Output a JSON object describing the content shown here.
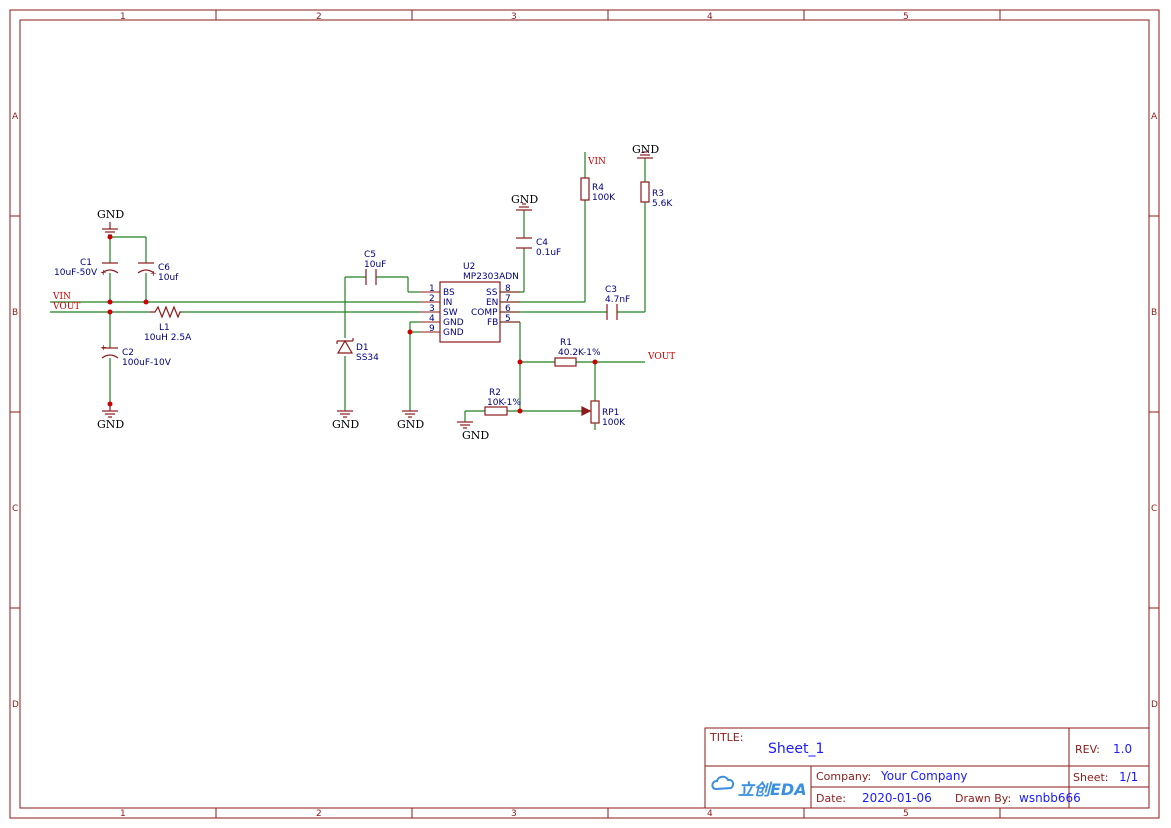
{
  "frame": {
    "col_labels": [
      "1",
      "2",
      "3",
      "4",
      "5"
    ],
    "row_labels": [
      "A",
      "B",
      "C",
      "D"
    ]
  },
  "nets": {
    "gnd": "GND",
    "vin": "VIN",
    "vout": "VOUT"
  },
  "components": {
    "c1": {
      "ref": "C1",
      "value": "10uF-50V"
    },
    "c6": {
      "ref": "C6",
      "value": "10uf"
    },
    "c2": {
      "ref": "C2",
      "value": "100uF-10V"
    },
    "l1": {
      "ref": "L1",
      "value": "10uH 2.5A"
    },
    "c5": {
      "ref": "C5",
      "value": "10uF"
    },
    "d1": {
      "ref": "D1",
      "value": "SS34"
    },
    "u2": {
      "ref": "U2",
      "value": "MP2303ADN"
    },
    "c4": {
      "ref": "C4",
      "value": "0.1uF"
    },
    "r4": {
      "ref": "R4",
      "value": "100K"
    },
    "r3": {
      "ref": "R3",
      "value": "5.6K"
    },
    "c3": {
      "ref": "C3",
      "value": "4.7nF"
    },
    "r1": {
      "ref": "R1",
      "value": "40.2K-1%"
    },
    "r2": {
      "ref": "R2",
      "value": "10K-1%"
    },
    "rp1": {
      "ref": "RP1",
      "value": "100K"
    }
  },
  "u2_pins": {
    "left": [
      {
        "num": "1",
        "name": "BS"
      },
      {
        "num": "2",
        "name": "IN"
      },
      {
        "num": "3",
        "name": "SW"
      },
      {
        "num": "4",
        "name": "GND"
      },
      {
        "num": "9",
        "name": "GND"
      }
    ],
    "right": [
      {
        "num": "8",
        "name": "SS"
      },
      {
        "num": "7",
        "name": "EN"
      },
      {
        "num": "6",
        "name": "COMP"
      },
      {
        "num": "5",
        "name": "FB"
      }
    ]
  },
  "title_block": {
    "title_label": "TITLE:",
    "title_value": "Sheet_1",
    "rev_label": "REV:",
    "rev_value": "1.0",
    "company_label": "Company:",
    "company_value": "Your Company",
    "sheet_label": "Sheet:",
    "sheet_value": "1/1",
    "date_label": "Date:",
    "date_value": "2020-01-06",
    "drawn_label": "Drawn By:",
    "drawn_value": "wsnbb666",
    "logo_text": "立创EDA"
  },
  "colors": {
    "frame": "#8b1a1a",
    "wire": "#208020",
    "net_label": "#cc0000",
    "designator": "#000080",
    "title_value": "#1a1aff"
  }
}
